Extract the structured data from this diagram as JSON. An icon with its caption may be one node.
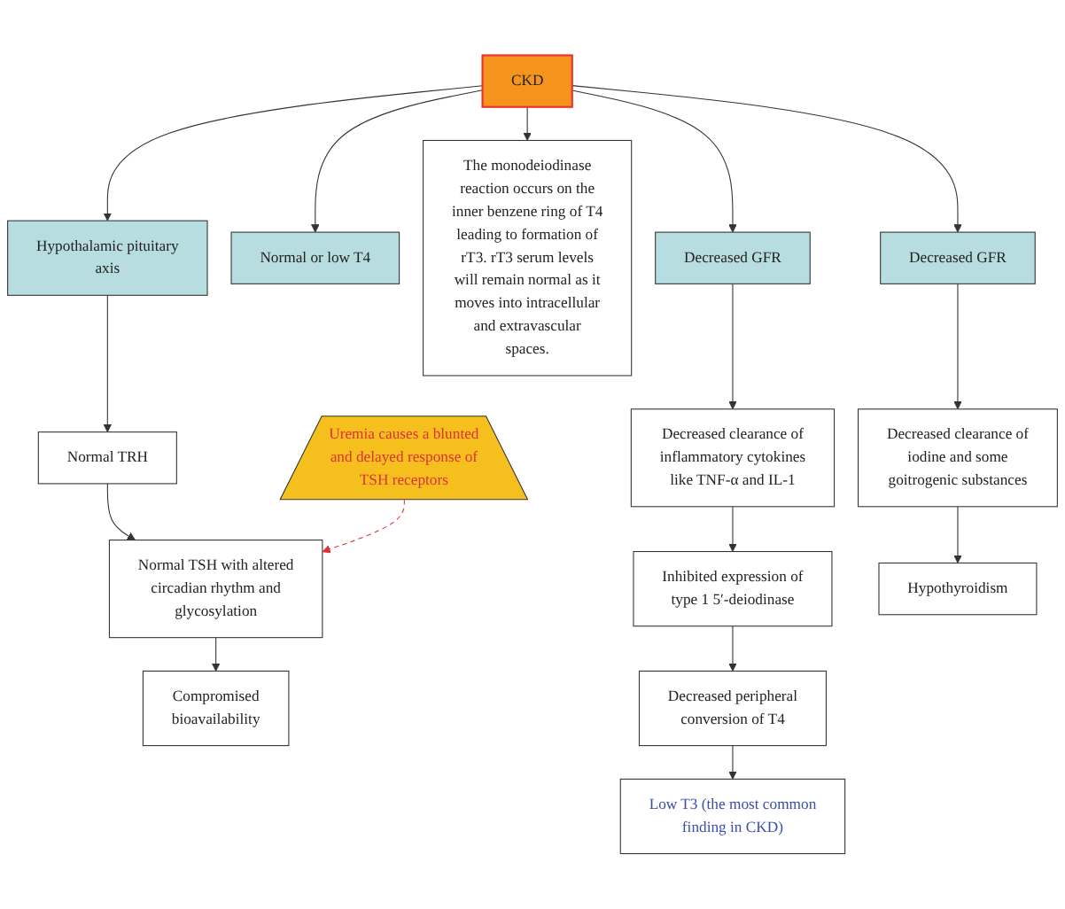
{
  "diagram": {
    "nodes": [
      {
        "text": [
          "CKD"
        ]
      },
      {
        "text": [
          "Hypothalamic pituitary axis"
        ]
      },
      {
        "text": [
          "Normal TRH"
        ]
      },
      {
        "text": [
          "Uremia causes a blunted and delayed response of TSH receptors"
        ]
      },
      {
        "text": [
          "Normal TSH with altered circadian rhythm and glycosylation"
        ]
      },
      {
        "text": [
          "Compromised bioavailability"
        ]
      },
      {
        "text": [
          "Normal or low T4"
        ]
      },
      {
        "text": [
          "The monodeiodinase reaction occurs on the inner benzene ring of T4 leading to formation of rT3. rT3 serum levels will remain normal as it moves into intracellular and extravascular spaces."
        ]
      },
      {
        "text": [
          "Decreased GFR"
        ]
      },
      {
        "text": [
          "Decreased clearance of inflammatory cytokines like TNF-α and IL-1"
        ]
      },
      {
        "text": [
          "Inhibited expression of type 1 5′-deiodinase"
        ]
      },
      {
        "text": [
          "Decreased peripheral conversion of T4"
        ]
      },
      {
        "text": [
          "Low T3 (the most common finding in CKD)"
        ]
      },
      {
        "text": [
          "Decreased GFR"
        ]
      },
      {
        "text": [
          "Decreased clearance of iodine and some goitrogenic substances"
        ]
      },
      {
        "text": [
          "Hypothyroidism"
        ]
      }
    ],
    "edges": [
      {
        "from": 0,
        "to": 1,
        "arrow": "to"
      },
      {
        "from": 0,
        "to": 6,
        "arrow": "to"
      },
      {
        "from": 0,
        "to": 7,
        "arrow": "to"
      },
      {
        "from": 0,
        "to": 8,
        "arrow": "to"
      },
      {
        "from": 0,
        "to": 13,
        "arrow": "to"
      },
      {
        "from": 1,
        "to": 2,
        "arrow": "to"
      },
      {
        "from": 2,
        "to": 4,
        "arrow": "to"
      },
      {
        "from": 3,
        "to": 4,
        "arrow": "to",
        "style": "dashed",
        "color": "#e0303a"
      },
      {
        "from": 4,
        "to": 5,
        "arrow": "to"
      },
      {
        "from": 8,
        "to": 9,
        "arrow": "to"
      },
      {
        "from": 9,
        "to": 10,
        "arrow": "to"
      },
      {
        "from": 10,
        "to": 11,
        "arrow": "to"
      },
      {
        "from": 11,
        "to": 12,
        "arrow": "to"
      },
      {
        "from": 13,
        "to": 14,
        "arrow": "to"
      },
      {
        "from": 14,
        "to": 15,
        "arrow": "to"
      }
    ]
  }
}
